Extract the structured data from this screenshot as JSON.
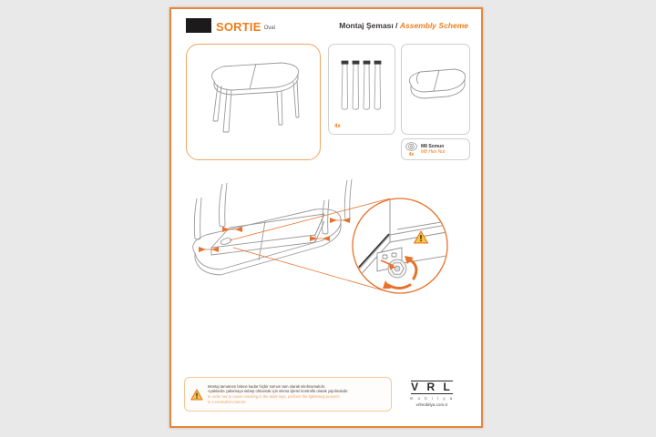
{
  "page": {
    "background_color": "#e9e9e9",
    "sheet_color": "#ffffff",
    "border_color": "#e8853a",
    "accent_color": "#f07e1c"
  },
  "header": {
    "brand": "SORTIE",
    "brand_suffix": "Oval",
    "title_tr": "Montaj Şeması",
    "title_separator": " / ",
    "title_en": "Assembly Scheme"
  },
  "parts": {
    "hero": {
      "name": "assembled-oval-table",
      "caption": ""
    },
    "legs": {
      "name": "table-legs",
      "quantity": "4x"
    },
    "tabletop": {
      "name": "oval-tabletop",
      "quantity": ""
    },
    "hardware": {
      "label_tr": "M8 Somun",
      "label_en": "M8 Hex Nut",
      "quantity": "4x"
    }
  },
  "footer": {
    "warning_tr_line1": "Montaj tamamen bitene kadar hiçbir somun tam olarak sıkılmamalıdır.",
    "warning_tr_line2": "Ayaklarda çatlamaya sebep olmamak için sıkma işlemi kontrollü olarak yapılmalıdır.",
    "warning_en_line1": "In order not to cause cracking in the table legs, perform the tightening process",
    "warning_en_line2": "in a controlled manner.",
    "company": "V R L",
    "company_sub": "m o b i l y a",
    "company_url": "vrlmobilya.com.tr"
  }
}
